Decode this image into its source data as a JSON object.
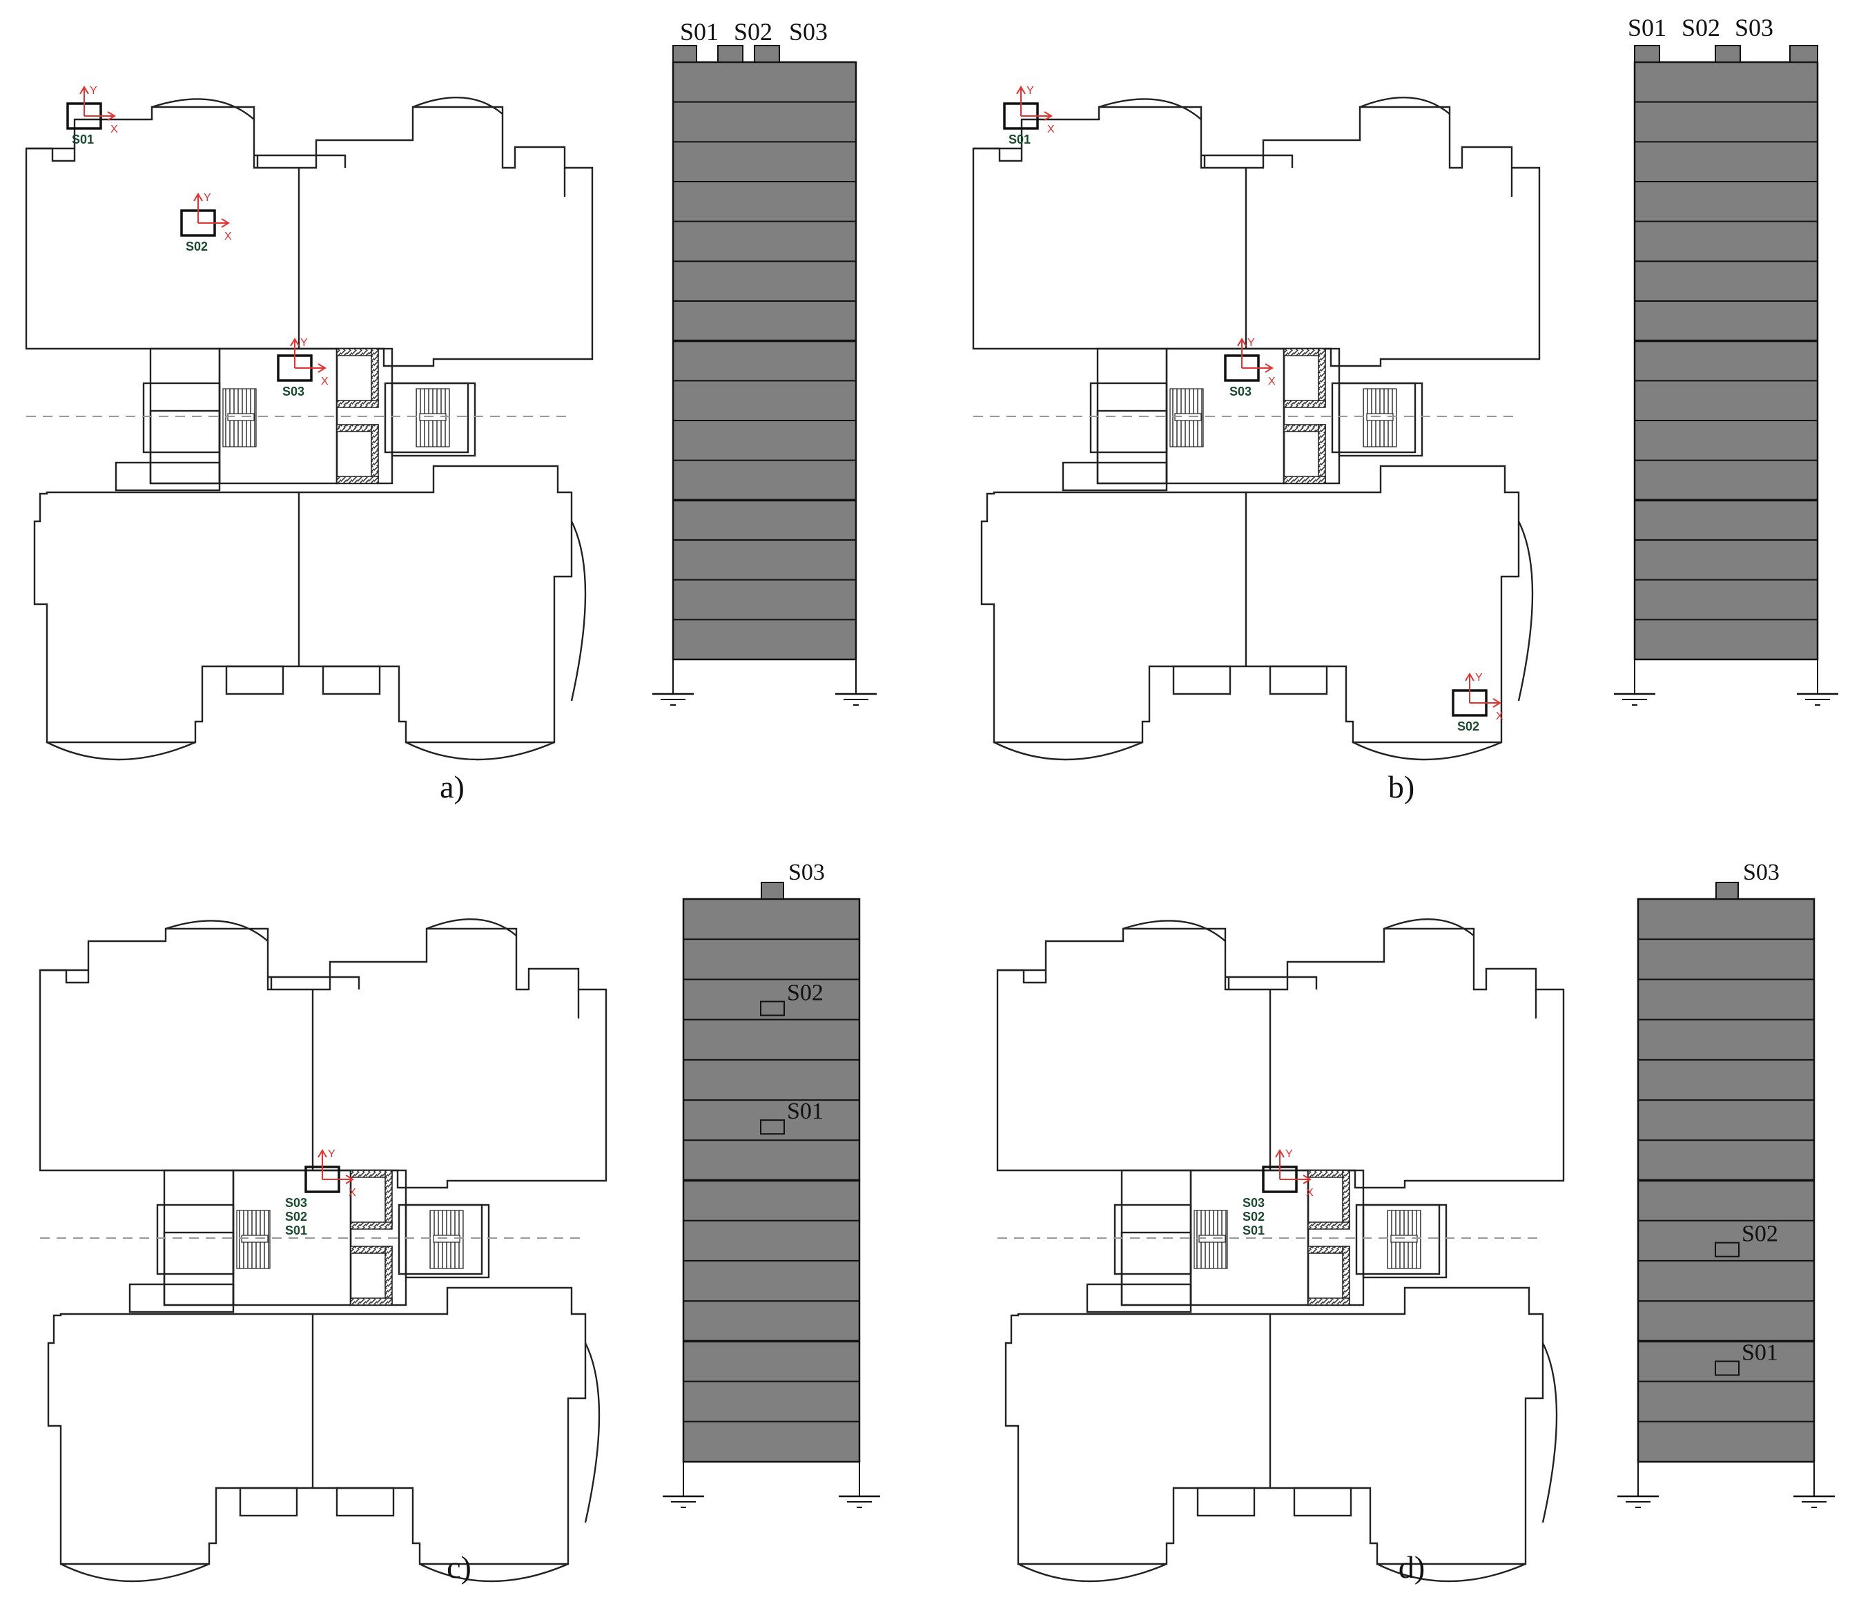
{
  "panels": [
    {
      "caption": "a)",
      "plan_sensors": [
        {
          "label": "S01",
          "axis_y": "Y",
          "axis_x": "X"
        },
        {
          "label": "S02",
          "axis_y": "Y",
          "axis_x": "X"
        },
        {
          "label": "S03",
          "axis_y": "Y",
          "axis_x": "X"
        }
      ],
      "elevation_labels": [
        "S01",
        "S02",
        "S03"
      ]
    },
    {
      "caption": "b)",
      "plan_sensors": [
        {
          "label": "S01",
          "axis_y": "Y",
          "axis_x": "X"
        },
        {
          "label": "S02",
          "axis_y": "Y",
          "axis_x": "X"
        },
        {
          "label": "S03",
          "axis_y": "Y",
          "axis_x": "X"
        }
      ],
      "elevation_labels": [
        "S01",
        "S02",
        "S03"
      ]
    },
    {
      "caption": "c)",
      "plan_sensors": [
        {
          "label": "S03",
          "axis_y": "Y",
          "axis_x": "X"
        }
      ],
      "stack_labels": [
        "S03",
        "S02",
        "S01"
      ],
      "elevation_labels": [
        "S03",
        "S02",
        "S01"
      ]
    },
    {
      "caption": "d)",
      "plan_sensors": [
        {
          "label": "S03",
          "axis_y": "Y",
          "axis_x": "X"
        }
      ],
      "stack_labels": [
        "S03",
        "S02",
        "S01"
      ],
      "elevation_labels": [
        "S03",
        "S02",
        "S01"
      ]
    }
  ],
  "colors": {
    "building_fill": "#808080",
    "line": "#222222",
    "sensor_axis": "#e83030",
    "sensor_label": "#1a4a2e",
    "centerline": "#999999"
  }
}
